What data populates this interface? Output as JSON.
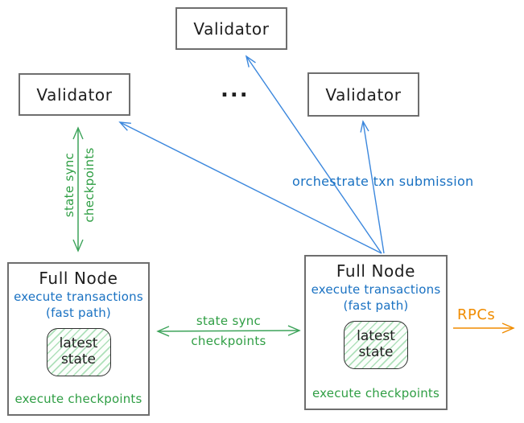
{
  "colors": {
    "blue_text": "#1971c2",
    "blue_line": "#3b87dd",
    "green": "#2f9e44",
    "orange": "#f08c00",
    "ink": "#1e1e1e",
    "box_border": "#6e6e6e",
    "state_fill_hatch": "#6fc785"
  },
  "validators": [
    {
      "label": "Validator"
    },
    {
      "label": "Validator"
    },
    {
      "label": "Validator"
    }
  ],
  "ellipsis": "...",
  "full_node_left": {
    "title": "Full Node",
    "exec_line1": "execute transactions",
    "exec_line2": "(fast path)",
    "state_line1": "latest",
    "state_line2": "state",
    "footer": "execute checkpoints"
  },
  "full_node_right": {
    "title": "Full Node",
    "exec_line1": "execute transactions",
    "exec_line2": "(fast path)",
    "state_line1": "latest",
    "state_line2": "state",
    "footer": "execute checkpoints"
  },
  "arrow_labels": {
    "vertical_state_sync": {
      "line1": "state sync",
      "line2": "checkpoints"
    },
    "horizontal_state_sync": {
      "line1": "state sync",
      "line2": "checkpoints"
    },
    "orchestrate": "orchestrate txn submission",
    "rpcs": "RPCs"
  }
}
